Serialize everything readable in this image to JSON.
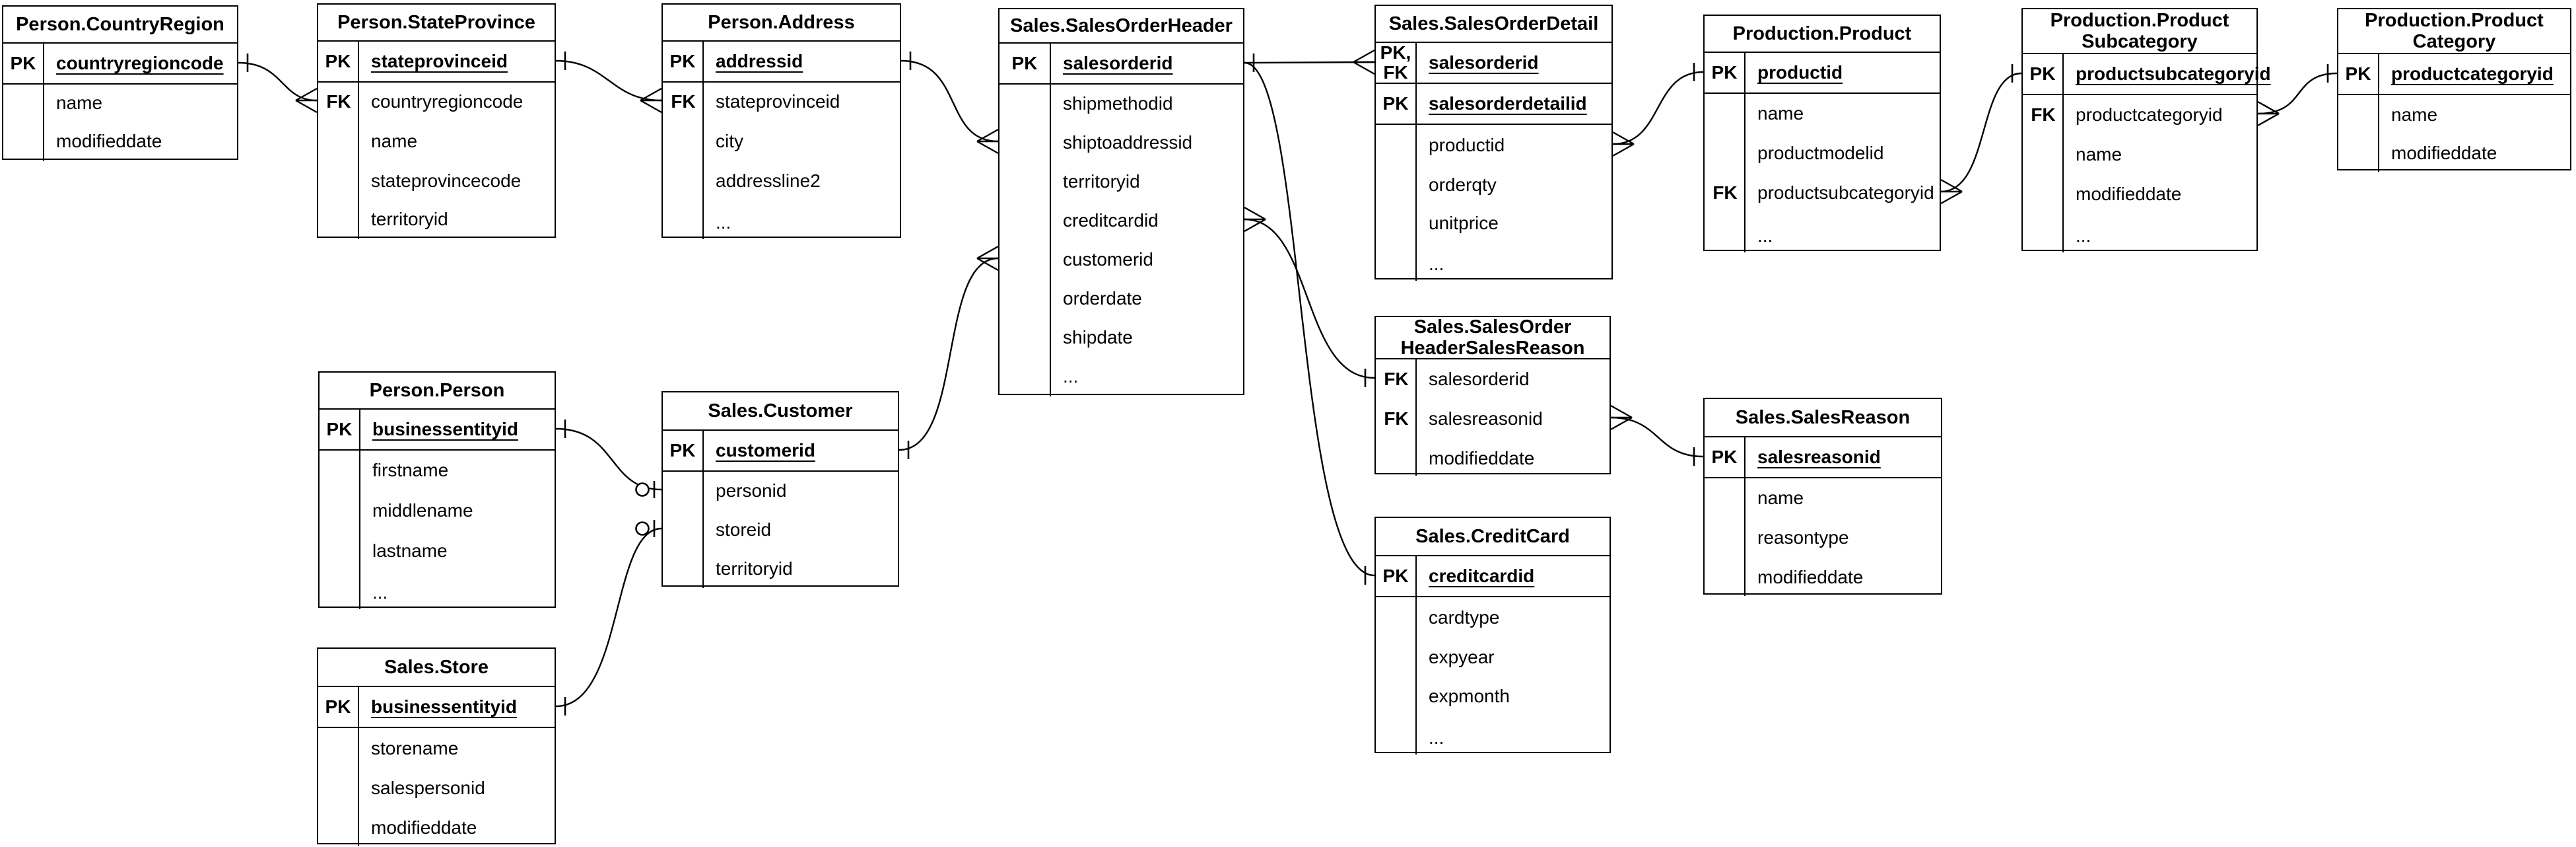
{
  "diagram": {
    "colors": {
      "line": "#000000",
      "background": "#ffffff",
      "text": "#000000"
    },
    "tables": [
      {
        "id": "countryregion",
        "title_lines": [
          "Person.CountryRegion"
        ],
        "key_rows": [
          {
            "key": "PK",
            "field": "countryregioncode"
          }
        ],
        "body_rows": [
          {
            "key": "",
            "field": "name"
          },
          {
            "key": "",
            "field": "modifieddate"
          }
        ]
      },
      {
        "id": "stateprovince",
        "title_lines": [
          "Person.StateProvince"
        ],
        "key_rows": [
          {
            "key": "PK",
            "field": "stateprovinceid"
          }
        ],
        "body_rows": [
          {
            "key": "FK",
            "field": "countryregioncode"
          },
          {
            "key": "",
            "field": "name"
          },
          {
            "key": "",
            "field": "stateprovincecode"
          },
          {
            "key": "",
            "field": "territoryid"
          }
        ]
      },
      {
        "id": "address",
        "title_lines": [
          "Person.Address"
        ],
        "key_rows": [
          {
            "key": "PK",
            "field": "addressid"
          }
        ],
        "body_rows": [
          {
            "key": "FK",
            "field": "stateprovinceid"
          },
          {
            "key": "",
            "field": "city"
          },
          {
            "key": "",
            "field": "addressline2"
          },
          {
            "key": "",
            "field": "..."
          }
        ]
      },
      {
        "id": "salesorderheader",
        "title_lines": [
          "Sales.SalesOrderHeader"
        ],
        "key_rows": [
          {
            "key": "PK",
            "field": "salesorderid"
          }
        ],
        "body_rows": [
          {
            "key": "",
            "field": "shipmethodid"
          },
          {
            "key": "",
            "field": "shiptoaddressid"
          },
          {
            "key": "",
            "field": "territoryid"
          },
          {
            "key": "",
            "field": "creditcardid"
          },
          {
            "key": "",
            "field": "customerid"
          },
          {
            "key": "",
            "field": "orderdate"
          },
          {
            "key": "",
            "field": "shipdate"
          },
          {
            "key": "",
            "field": "..."
          }
        ]
      },
      {
        "id": "salesorderdetail",
        "title_lines": [
          "Sales.SalesOrderDetail"
        ],
        "key_rows": [
          {
            "key": "PK,\nFK",
            "field": "salesorderid"
          },
          {
            "key": "PK",
            "field": "salesorderdetailid"
          }
        ],
        "body_rows": [
          {
            "key": "",
            "field": "productid"
          },
          {
            "key": "",
            "field": "orderqty"
          },
          {
            "key": "",
            "field": "unitprice"
          },
          {
            "key": "",
            "field": "..."
          }
        ]
      },
      {
        "id": "product",
        "title_lines": [
          "Production.Product"
        ],
        "key_rows": [
          {
            "key": "PK",
            "field": "productid"
          }
        ],
        "body_rows": [
          {
            "key": "",
            "field": "name"
          },
          {
            "key": "",
            "field": "productmodelid"
          },
          {
            "key": "FK",
            "field": "productsubcategoryid"
          },
          {
            "key": "",
            "field": "..."
          }
        ]
      },
      {
        "id": "productsubcategory",
        "title_lines": [
          "Production.Product",
          "Subcategory"
        ],
        "key_rows": [
          {
            "key": "PK",
            "field": "productsubcategoryid"
          }
        ],
        "body_rows": [
          {
            "key": "FK",
            "field": "productcategoryid"
          },
          {
            "key": "",
            "field": "name"
          },
          {
            "key": "",
            "field": "modifieddate"
          },
          {
            "key": "",
            "field": "..."
          }
        ]
      },
      {
        "id": "productcategory",
        "title_lines": [
          "Production.Product",
          "Category"
        ],
        "key_rows": [
          {
            "key": "PK",
            "field": "productcategoryid"
          }
        ],
        "body_rows": [
          {
            "key": "",
            "field": "name"
          },
          {
            "key": "",
            "field": "modifieddate"
          }
        ]
      },
      {
        "id": "person",
        "title_lines": [
          "Person.Person"
        ],
        "key_rows": [
          {
            "key": "PK",
            "field": "businessentityid"
          }
        ],
        "body_rows": [
          {
            "key": "",
            "field": "firstname"
          },
          {
            "key": "",
            "field": "middlename"
          },
          {
            "key": "",
            "field": "lastname"
          },
          {
            "key": "",
            "field": "..."
          }
        ]
      },
      {
        "id": "customer",
        "title_lines": [
          "Sales.Customer"
        ],
        "key_rows": [
          {
            "key": "PK",
            "field": "customerid"
          }
        ],
        "body_rows": [
          {
            "key": "",
            "field": "personid"
          },
          {
            "key": "",
            "field": "storeid"
          },
          {
            "key": "",
            "field": "territoryid"
          }
        ]
      },
      {
        "id": "salesorderheadersalesreason",
        "title_lines": [
          "Sales.SalesOrder",
          "HeaderSalesReason"
        ],
        "key_rows": [],
        "body_rows": [
          {
            "key": "FK",
            "field": "salesorderid"
          },
          {
            "key": "FK",
            "field": "salesreasonid"
          },
          {
            "key": "",
            "field": "modifieddate"
          }
        ]
      },
      {
        "id": "salesreason",
        "title_lines": [
          "Sales.SalesReason"
        ],
        "key_rows": [
          {
            "key": "PK",
            "field": "salesreasonid"
          }
        ],
        "body_rows": [
          {
            "key": "",
            "field": "name"
          },
          {
            "key": "",
            "field": "reasontype"
          },
          {
            "key": "",
            "field": "modifieddate"
          }
        ]
      },
      {
        "id": "creditcard",
        "title_lines": [
          "Sales.CreditCard"
        ],
        "key_rows": [
          {
            "key": "PK",
            "field": "creditcardid"
          }
        ],
        "body_rows": [
          {
            "key": "",
            "field": "cardtype"
          },
          {
            "key": "",
            "field": "expyear"
          },
          {
            "key": "",
            "field": "expmonth"
          },
          {
            "key": "",
            "field": "..."
          }
        ]
      },
      {
        "id": "store",
        "title_lines": [
          "Sales.Store"
        ],
        "key_rows": [
          {
            "key": "PK",
            "field": "businessentityid"
          }
        ],
        "body_rows": [
          {
            "key": "",
            "field": "storename"
          },
          {
            "key": "",
            "field": "salespersonid"
          },
          {
            "key": "",
            "field": "modifieddate"
          }
        ]
      }
    ],
    "relationships": [
      {
        "from": "Person.CountryRegion",
        "from_field": "countryregioncode",
        "from_card": "one",
        "to": "Person.StateProvince",
        "to_field": "countryregioncode",
        "to_card": "many"
      },
      {
        "from": "Person.StateProvince",
        "from_field": "stateprovinceid",
        "from_card": "one",
        "to": "Person.Address",
        "to_field": "stateprovinceid",
        "to_card": "many"
      },
      {
        "from": "Person.Address",
        "from_field": "addressid",
        "from_card": "one",
        "to": "Sales.SalesOrderHeader",
        "to_field": "shiptoaddressid",
        "to_card": "many"
      },
      {
        "from": "Person.Person",
        "from_field": "businessentityid",
        "from_card": "one",
        "to": "Sales.Customer",
        "to_field": "personid",
        "to_card": "zero-or-one"
      },
      {
        "from": "Sales.Store",
        "from_field": "businessentityid",
        "from_card": "one",
        "to": "Sales.Customer",
        "to_field": "storeid",
        "to_card": "zero-or-one"
      },
      {
        "from": "Sales.Customer",
        "from_field": "customerid",
        "from_card": "one",
        "to": "Sales.SalesOrderHeader",
        "to_field": "customerid",
        "to_card": "many"
      },
      {
        "from": "Sales.SalesOrderHeader",
        "from_field": "salesorderid",
        "from_card": "one",
        "to": "Sales.SalesOrderDetail",
        "to_field": "salesorderid",
        "to_card": "many"
      },
      {
        "from": "Sales.SalesOrderHeader",
        "from_field": "creditcardid",
        "from_card": "none",
        "to": "Sales.CreditCard",
        "to_field": "creditcardid",
        "to_card": "one"
      },
      {
        "from": "Sales.SalesOrderHeader",
        "from_field": "salesorderid",
        "from_card": "many",
        "to": "Sales.SalesOrderHeaderSalesReason",
        "to_field": "salesorderid",
        "to_card": "one"
      },
      {
        "from": "Sales.SalesOrderDetail",
        "from_field": "productid",
        "from_card": "many",
        "to": "Production.Product",
        "to_field": "productid",
        "to_card": "one"
      },
      {
        "from": "Production.Product",
        "from_field": "productsubcategoryid",
        "from_card": "many",
        "to": "Production.ProductSubcategory",
        "to_field": "productsubcategoryid",
        "to_card": "one"
      },
      {
        "from": "Production.ProductSubcategory",
        "from_field": "productcategoryid",
        "from_card": "many",
        "to": "Production.ProductCategory",
        "to_field": "productcategoryid",
        "to_card": "one"
      },
      {
        "from": "Sales.SalesOrderHeaderSalesReason",
        "from_field": "salesreasonid",
        "from_card": "many",
        "to": "Sales.SalesReason",
        "to_field": "salesreasonid",
        "to_card": "one"
      }
    ]
  }
}
